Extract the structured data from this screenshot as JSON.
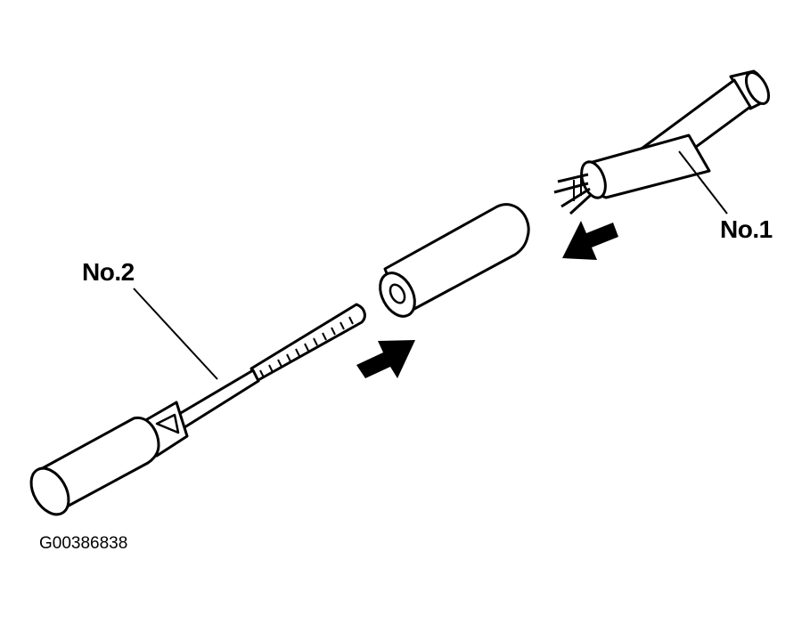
{
  "labels": {
    "no1": "No.1",
    "no2": "No.2",
    "figure_code": "G00386838"
  },
  "colors": {
    "ink": "#000000",
    "paper": "#ffffff"
  },
  "parts": [
    {
      "id": "no1",
      "name": "tool-no1"
    },
    {
      "id": "sleeve",
      "name": "sleeve"
    },
    {
      "id": "no2",
      "name": "tool-no2"
    }
  ],
  "arrows": [
    "arrow-left-toward-sleeve",
    "arrow-right-toward-sleeve"
  ]
}
